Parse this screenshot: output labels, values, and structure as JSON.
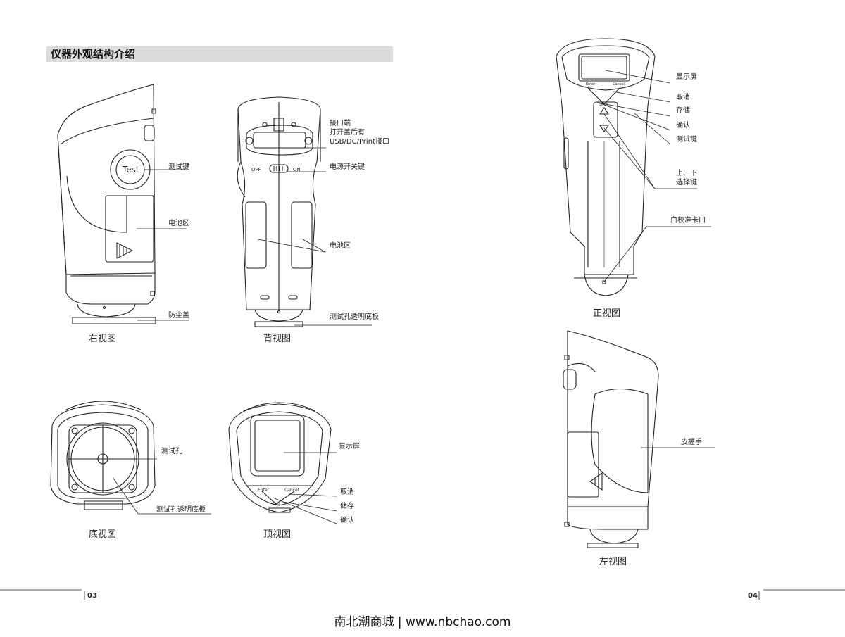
{
  "section_title": "仪器外观结构介绍",
  "views": {
    "right": {
      "caption": "右视图",
      "labels": {
        "test_key": "测试键",
        "battery": "电池区",
        "dust_cover": "防尘盖"
      },
      "button_text": "Test"
    },
    "back": {
      "caption": "背视图",
      "labels": {
        "port_line1": "接口端",
        "port_line2": "打开盖后有",
        "port_line3": "USB/DC/Print接口",
        "power_switch": "电源开关键",
        "battery": "电池区",
        "test_plate": "测试孔透明底板"
      },
      "switch_off": "OFF",
      "switch_on": "ON"
    },
    "bottom": {
      "caption": "底视图",
      "labels": {
        "test_hole": "测试孔",
        "test_plate": "测试孔透明底板"
      }
    },
    "top": {
      "caption": "顶视图",
      "labels": {
        "display": "显示屏",
        "cancel": "取消",
        "save": "储存",
        "enter": "确认"
      },
      "key_enter": "Enter",
      "key_cancel": "Cancel",
      "key_save": "Save"
    },
    "front": {
      "caption": "正视图",
      "labels": {
        "display": "显示屏",
        "cancel": "取消",
        "save": "存储",
        "enter": "确认",
        "test_key": "测试键",
        "updown_line1": "上、下",
        "updown_line2": "选择键",
        "calib_slot": "白校准卡口"
      },
      "key_enter": "Enter",
      "key_cancel": "Cancel",
      "key_save": "Save"
    },
    "left": {
      "caption": "左视图",
      "labels": {
        "grip": "皮握手"
      }
    }
  },
  "page_numbers": {
    "left": "03",
    "right": "04"
  },
  "footer": "南北潮商城 | www.nbchao.com"
}
